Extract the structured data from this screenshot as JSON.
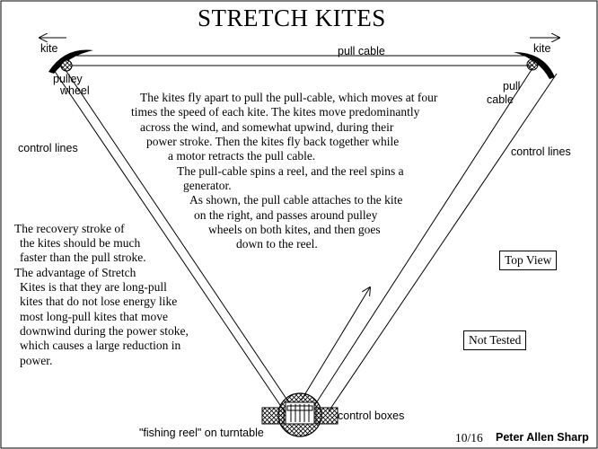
{
  "title": "STRETCH KITES",
  "labels": {
    "kite_left": "kite",
    "kite_right": "kite",
    "pull_cable": "pull cable",
    "pulley_wheel_1": "pulley",
    "pulley_wheel_2": "wheel",
    "pull_cable_right_1": "pull",
    "pull_cable_right_2": "cable",
    "control_lines_left": "control lines",
    "control_lines_right": "control lines",
    "control_boxes": "control boxes",
    "fishing_reel": "\"fishing reel\" on turntable",
    "date": "10/16",
    "author": "Peter Allen Sharp"
  },
  "main_text": [
    "The kites fly apart to pull the pull-cable, which moves at four",
    "times the speed of each kite. The kites move predominantly",
    "across the wind, and somewhat upwind, during their",
    "power stroke. Then the kites fly back together while",
    "a motor retracts the pull cable.",
    "The pull-cable spins a reel, and the reel spins a",
    "generator.",
    "As shown, the pull cable attaches to the kite",
    "on the right, and passes around pulley",
    "wheels on both kites, and then goes",
    "down to the reel."
  ],
  "left_text": [
    "The recovery stroke of",
    "the kites should be much",
    "faster than the pull stroke.",
    "The advantage of Stretch",
    "Kites is that they are long-pull",
    "kites that do not lose energy like",
    "most long-pull kites that move",
    "downwind during the power stoke,",
    "which causes a large reduction in",
    "power."
  ],
  "boxes": {
    "top_view": "Top View",
    "not_tested": "Not Tested"
  }
}
